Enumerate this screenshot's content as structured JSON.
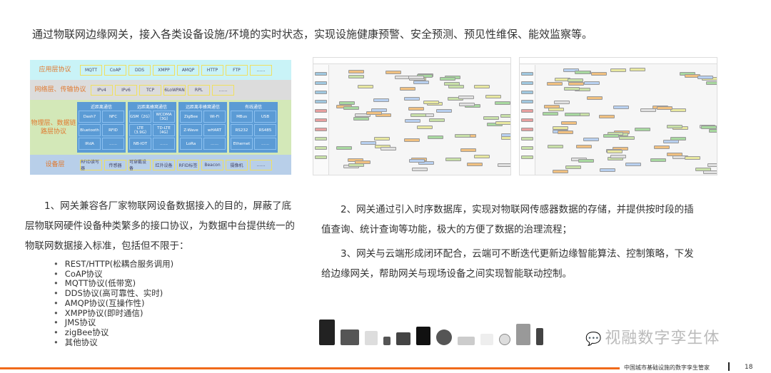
{
  "title": "通过物联网边缘网关，接入各类设备设施/环境的实时状态，实现设施健康预警、安全预测、预见性维保、能效监察等。",
  "diagram": {
    "app_layer": {
      "label": "应用层协议",
      "items": [
        "MQTT",
        "CoAP",
        "DDS",
        "XMPP",
        "AMQP",
        "HTTP",
        "FTP",
        "……"
      ]
    },
    "net_layer": {
      "label": "网络层、传输协议",
      "items": [
        "IPv4",
        "IPv6",
        "TCP",
        "6LoWPAN",
        "RPL",
        "……"
      ]
    },
    "phy_layer": {
      "label": "物理层、数据链路层协议",
      "groups": [
        {
          "title": "近距离通信",
          "items": [
            "Dash7",
            "NFC",
            "Bluetooth",
            "RFID",
            "IRdA",
            "……"
          ]
        },
        {
          "title": "远距离蜂窝通信",
          "items": [
            "GSM（2G）",
            "WCDMA（3G）",
            "LTE（3.9G）",
            "TD-LTE（4G）",
            "NB-IOT",
            "……"
          ]
        },
        {
          "title": "远距离非蜂窝通信",
          "items": [
            "ZigBee",
            "Wi-Fi",
            "Z-Wave",
            "wHART",
            "LoRa",
            "……"
          ]
        },
        {
          "title": "有线通信",
          "items": [
            "MBus",
            "USB",
            "RS232",
            "RS485",
            "Ethernet",
            "……"
          ]
        }
      ]
    },
    "dev_layer": {
      "label": "设备层",
      "items": [
        "RFID读写器",
        "传感器",
        "可穿戴设备",
        "红外设备",
        "RFID标签",
        "Beacon",
        "摄像机",
        "……"
      ]
    }
  },
  "para1": "1、网关兼容各厂家物联网设备数据接入的目的，屏蔽了底层物联网硬件设备种类繁多的接口协议，为数据中台提供统一的物联网数据接入标准，包括但不限于：",
  "bullets": [
    "REST/HTTP(松耦合服务调用)",
    "CoAP协议",
    "MQTT协议(低带宽)",
    "DDS协议(高可靠性、实时)",
    "AMQP协议(互操作性)",
    "XMPP协议(即时通信)",
    "JMS协议",
    "zigBee协议",
    "其他协议"
  ],
  "para2": "2、网关通过引入时序数据库，实现对物联网传感器数据的存储，并提供按时段的插值查询、统计查询等功能，极大的方便了数据的治理流程；",
  "para3": "3、网关与云端形成闭环配合，云端可不断迭代更新边缘智能算法、控制策略，下发给边缘网关，帮助网关与现场设备之间实现智能联动控制。",
  "watermark": "视融数字孪生体",
  "footer": {
    "text": "中国城市基础设施的数字孪生管家",
    "page": "18"
  },
  "colors": {
    "accent": "#f06a1a",
    "block": "#5b9bd5"
  }
}
